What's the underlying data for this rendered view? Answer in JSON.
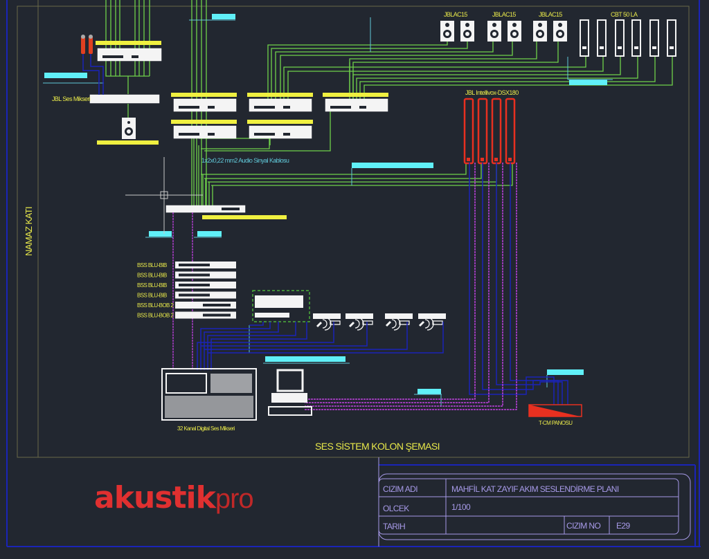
{
  "drawing": {
    "title": "SES SİSTEM KOLON ŞEMASI",
    "side_label": "NAMAZ KATI",
    "cable_label": "1x2x0,22 mm2 Audio Sinyal Kablosu"
  },
  "speakers": {
    "group_label_1": "JBLAC15",
    "group_label_2": "JBLAC15",
    "group_label_3": "JBLAC15",
    "column_label": "CBT 50 LA",
    "intellivox_label": "JBL Intellivox-DSX180"
  },
  "devices": {
    "jbl_mixer": "JBL Ses Mikseri",
    "digital_mixer": "32 Kanal Digital Ses Mikseri",
    "tcm_panel": "T-CM PANOSU",
    "bss_units": [
      "BSS BLU-BIB",
      "BSS BLU-BIB",
      "BSS BLU-BIB",
      "BSS BLU-BIB",
      "BSS BLU-BOB 2",
      "BSS BLU-BOB 2"
    ]
  },
  "title_block": {
    "drawing_name_label": "CIZIM ADI",
    "drawing_name_value": "MAHFİL KAT ZAYIF AKIM SESLENDİRME  PLANI",
    "scale_label": "OLCEK",
    "scale_value": "1/100",
    "date_label": "TARIH",
    "date_value": "",
    "drawing_no_label": "CIZIM NO",
    "drawing_no_value": "E29"
  },
  "logo": {
    "main": "akustik",
    "suffix": "pro"
  },
  "colors": {
    "background": "#222730",
    "green_cable": "#6fd24a",
    "blue_cable": "#1a24b8",
    "magenta_cable": "#c040e0",
    "yellow_tag": "#f0f040",
    "cyan_tag": "#60f0f8",
    "red": "#e83020",
    "frame": "#7a7a50",
    "title_block": "#a79ae8",
    "logo": "#e03030"
  }
}
